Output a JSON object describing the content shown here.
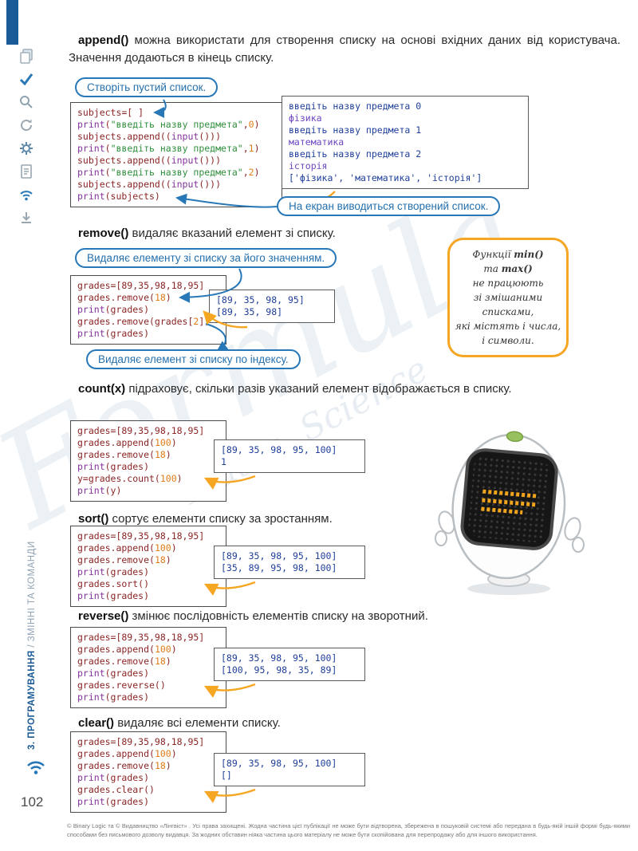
{
  "page": {
    "number": "102",
    "footer": "© Binary Logic та © Видавництво «Лінгвіст» . Усі права захищені. Жодна частина цієї публікації не може бути відтворена, збережена в пошуковій системі або передана в будь-якій іншій формі будь-якими способами без письмового дозволу видавця. За жодних обставин ніяка частина цього матеріалу не може бути скопійована для перепродажу або для іншого використання.",
    "watermark1": "Formula",
    "watermark2": "Maths, Science"
  },
  "sidebar": {
    "chapter_bold": "3. ПРОГРАМУВАННЯ",
    "chapter_rest": " / ЗМІННІ ТА КОМАНДИ",
    "icons": [
      "pages-icon",
      "check-icon",
      "search-icon",
      "refresh-icon",
      "gear-icon",
      "document-icon",
      "wifi-icon",
      "download-icon"
    ]
  },
  "sections": {
    "append": {
      "term": "append()",
      "desc": " можна використати для створення списку на основі вхідних даних від користувача. Значення додаються в кінець списку.",
      "callout_create": "Створіть пустий список.",
      "callout_output": "На екран виводиться створений список.",
      "code": [
        [
          [
            "p",
            "subjects=[ ]"
          ]
        ],
        [
          [
            "k",
            "print"
          ],
          [
            "p",
            "("
          ],
          [
            "s",
            "\"введіть назву предмета\""
          ],
          [
            "p",
            ","
          ],
          [
            "n",
            "0"
          ],
          [
            "p",
            ")"
          ]
        ],
        [
          [
            "p",
            "subjects.append(("
          ],
          [
            "k",
            "input"
          ],
          [
            "p",
            "()))"
          ]
        ],
        [
          [
            "k",
            "print"
          ],
          [
            "p",
            "("
          ],
          [
            "s",
            "\"введіть назву предмета\""
          ],
          [
            "p",
            ","
          ],
          [
            "n",
            "1"
          ],
          [
            "p",
            ")"
          ]
        ],
        [
          [
            "p",
            "subjects.append(("
          ],
          [
            "k",
            "input"
          ],
          [
            "p",
            "()))"
          ]
        ],
        [
          [
            "k",
            "print"
          ],
          [
            "p",
            "("
          ],
          [
            "s",
            "\"введіть назву предмета\""
          ],
          [
            "p",
            ","
          ],
          [
            "n",
            "2"
          ],
          [
            "p",
            ")"
          ]
        ],
        [
          [
            "p",
            "subjects.append(("
          ],
          [
            "k",
            "input"
          ],
          [
            "p",
            "()))"
          ]
        ],
        [
          [
            "k",
            "print"
          ],
          [
            "p",
            "(subjects)"
          ]
        ]
      ],
      "output": [
        [
          [
            "o",
            "введіть назву предмета 0"
          ]
        ],
        [
          [
            "in",
            "фізика"
          ]
        ],
        [
          [
            "o",
            "введіть назву предмета 1"
          ]
        ],
        [
          [
            "in",
            "математика"
          ]
        ],
        [
          [
            "o",
            "введіть назву предмета 2"
          ]
        ],
        [
          [
            "in",
            "історія"
          ]
        ],
        [
          [
            "o",
            "['фізика', 'математика', 'історія']"
          ]
        ]
      ]
    },
    "remove": {
      "term": "remove()",
      "desc": " видаляє вказаний елемент зі списку.",
      "callout_value": "Видаляє елементу зі списку за його значенням.",
      "callout_index": "Видаляє елемент зі списку по індексу.",
      "code": [
        [
          [
            "p",
            "grades=[89,35,98,18,95]"
          ]
        ],
        [
          [
            "p",
            "grades.remove("
          ],
          [
            "n",
            "18"
          ],
          [
            "p",
            ")"
          ]
        ],
        [
          [
            "k",
            "print"
          ],
          [
            "p",
            "(grades)"
          ]
        ],
        [
          [
            "p",
            "grades.remove(grades["
          ],
          [
            "n",
            "2"
          ],
          [
            "p",
            "])"
          ]
        ],
        [
          [
            "k",
            "print"
          ],
          [
            "p",
            "(grades)"
          ]
        ]
      ],
      "output": [
        [
          [
            "o",
            "[89, 35, 98, 95]"
          ]
        ],
        [
          [
            "o",
            "[89, 35, 98]"
          ]
        ]
      ]
    },
    "note": {
      "lines": [
        [
          [
            "i",
            "Функції "
          ],
          [
            "b",
            "min()"
          ]
        ],
        [
          [
            "i",
            "та "
          ],
          [
            "b",
            "max()"
          ]
        ],
        [
          [
            "i",
            "не працюють"
          ]
        ],
        [
          [
            "i",
            "зі змішаними"
          ]
        ],
        [
          [
            "i",
            "списками,"
          ]
        ],
        [
          [
            "i",
            "які містять і числа,"
          ]
        ],
        [
          [
            "i",
            "і символи."
          ]
        ]
      ]
    },
    "count": {
      "term": "count(x)",
      "desc": " підраховує, скільки разів указаний елемент відображається в списку.",
      "code": [
        [
          [
            "p",
            "grades=[89,35,98,18,95]"
          ]
        ],
        [
          [
            "p",
            "grades.append("
          ],
          [
            "n",
            "100"
          ],
          [
            "p",
            ")"
          ]
        ],
        [
          [
            "p",
            "grades.remove("
          ],
          [
            "n",
            "18"
          ],
          [
            "p",
            ")"
          ]
        ],
        [
          [
            "k",
            "print"
          ],
          [
            "p",
            "(grades)"
          ]
        ],
        [
          [
            "p",
            "y=grades.count("
          ],
          [
            "n",
            "100"
          ],
          [
            "p",
            ")"
          ]
        ],
        [
          [
            "k",
            "print"
          ],
          [
            "p",
            "(y)"
          ]
        ]
      ],
      "output": [
        [
          [
            "o",
            "[89, 35, 98, 95, 100]"
          ]
        ],
        [
          [
            "o",
            "1"
          ]
        ]
      ]
    },
    "sort": {
      "term": "sort()",
      "desc": " сортує елементи списку за зростанням.",
      "code": [
        [
          [
            "p",
            "grades=[89,35,98,18,95]"
          ]
        ],
        [
          [
            "p",
            "grades.append("
          ],
          [
            "n",
            "100"
          ],
          [
            "p",
            ")"
          ]
        ],
        [
          [
            "p",
            "grades.remove("
          ],
          [
            "n",
            "18"
          ],
          [
            "p",
            ")"
          ]
        ],
        [
          [
            "k",
            "print"
          ],
          [
            "p",
            "(grades)"
          ]
        ],
        [
          [
            "p",
            "grades.sort()"
          ]
        ],
        [
          [
            "k",
            "print"
          ],
          [
            "p",
            "(grades)"
          ]
        ]
      ],
      "output": [
        [
          [
            "o",
            "[89, 35, 98, 95, 100]"
          ]
        ],
        [
          [
            "o",
            "[35, 89, 95, 98, 100]"
          ]
        ]
      ]
    },
    "reverse": {
      "term": "reverse()",
      "desc": " змінює послідовність елементів списку на зворотний.",
      "code": [
        [
          [
            "p",
            "grades=[89,35,98,18,95]"
          ]
        ],
        [
          [
            "p",
            "grades.append("
          ],
          [
            "n",
            "100"
          ],
          [
            "p",
            ")"
          ]
        ],
        [
          [
            "p",
            "grades.remove("
          ],
          [
            "n",
            "18"
          ],
          [
            "p",
            ")"
          ]
        ],
        [
          [
            "k",
            "print"
          ],
          [
            "p",
            "(grades)"
          ]
        ],
        [
          [
            "p",
            "grades.reverse()"
          ]
        ],
        [
          [
            "k",
            "print"
          ],
          [
            "p",
            "(grades)"
          ]
        ]
      ],
      "output": [
        [
          [
            "o",
            "[89, 35, 98, 95, 100]"
          ]
        ],
        [
          [
            "o",
            "[100, 95, 98, 35, 89]"
          ]
        ]
      ]
    },
    "clear": {
      "term": "clear()",
      "desc": " видаляє всі елементи списку.",
      "code": [
        [
          [
            "p",
            "grades=[89,35,98,18,95]"
          ]
        ],
        [
          [
            "p",
            "grades.append("
          ],
          [
            "n",
            "100"
          ],
          [
            "p",
            ")"
          ]
        ],
        [
          [
            "p",
            "grades.remove("
          ],
          [
            "n",
            "18"
          ],
          [
            "p",
            ")"
          ]
        ],
        [
          [
            "k",
            "print"
          ],
          [
            "p",
            "(grades)"
          ]
        ],
        [
          [
            "p",
            "grades.clear()"
          ]
        ],
        [
          [
            "k",
            "print"
          ],
          [
            "p",
            "(grades)"
          ]
        ]
      ],
      "output": [
        [
          [
            "o",
            "[89, 35, 98, 95, 100]"
          ]
        ],
        [
          [
            "o",
            "[]"
          ]
        ]
      ]
    }
  }
}
